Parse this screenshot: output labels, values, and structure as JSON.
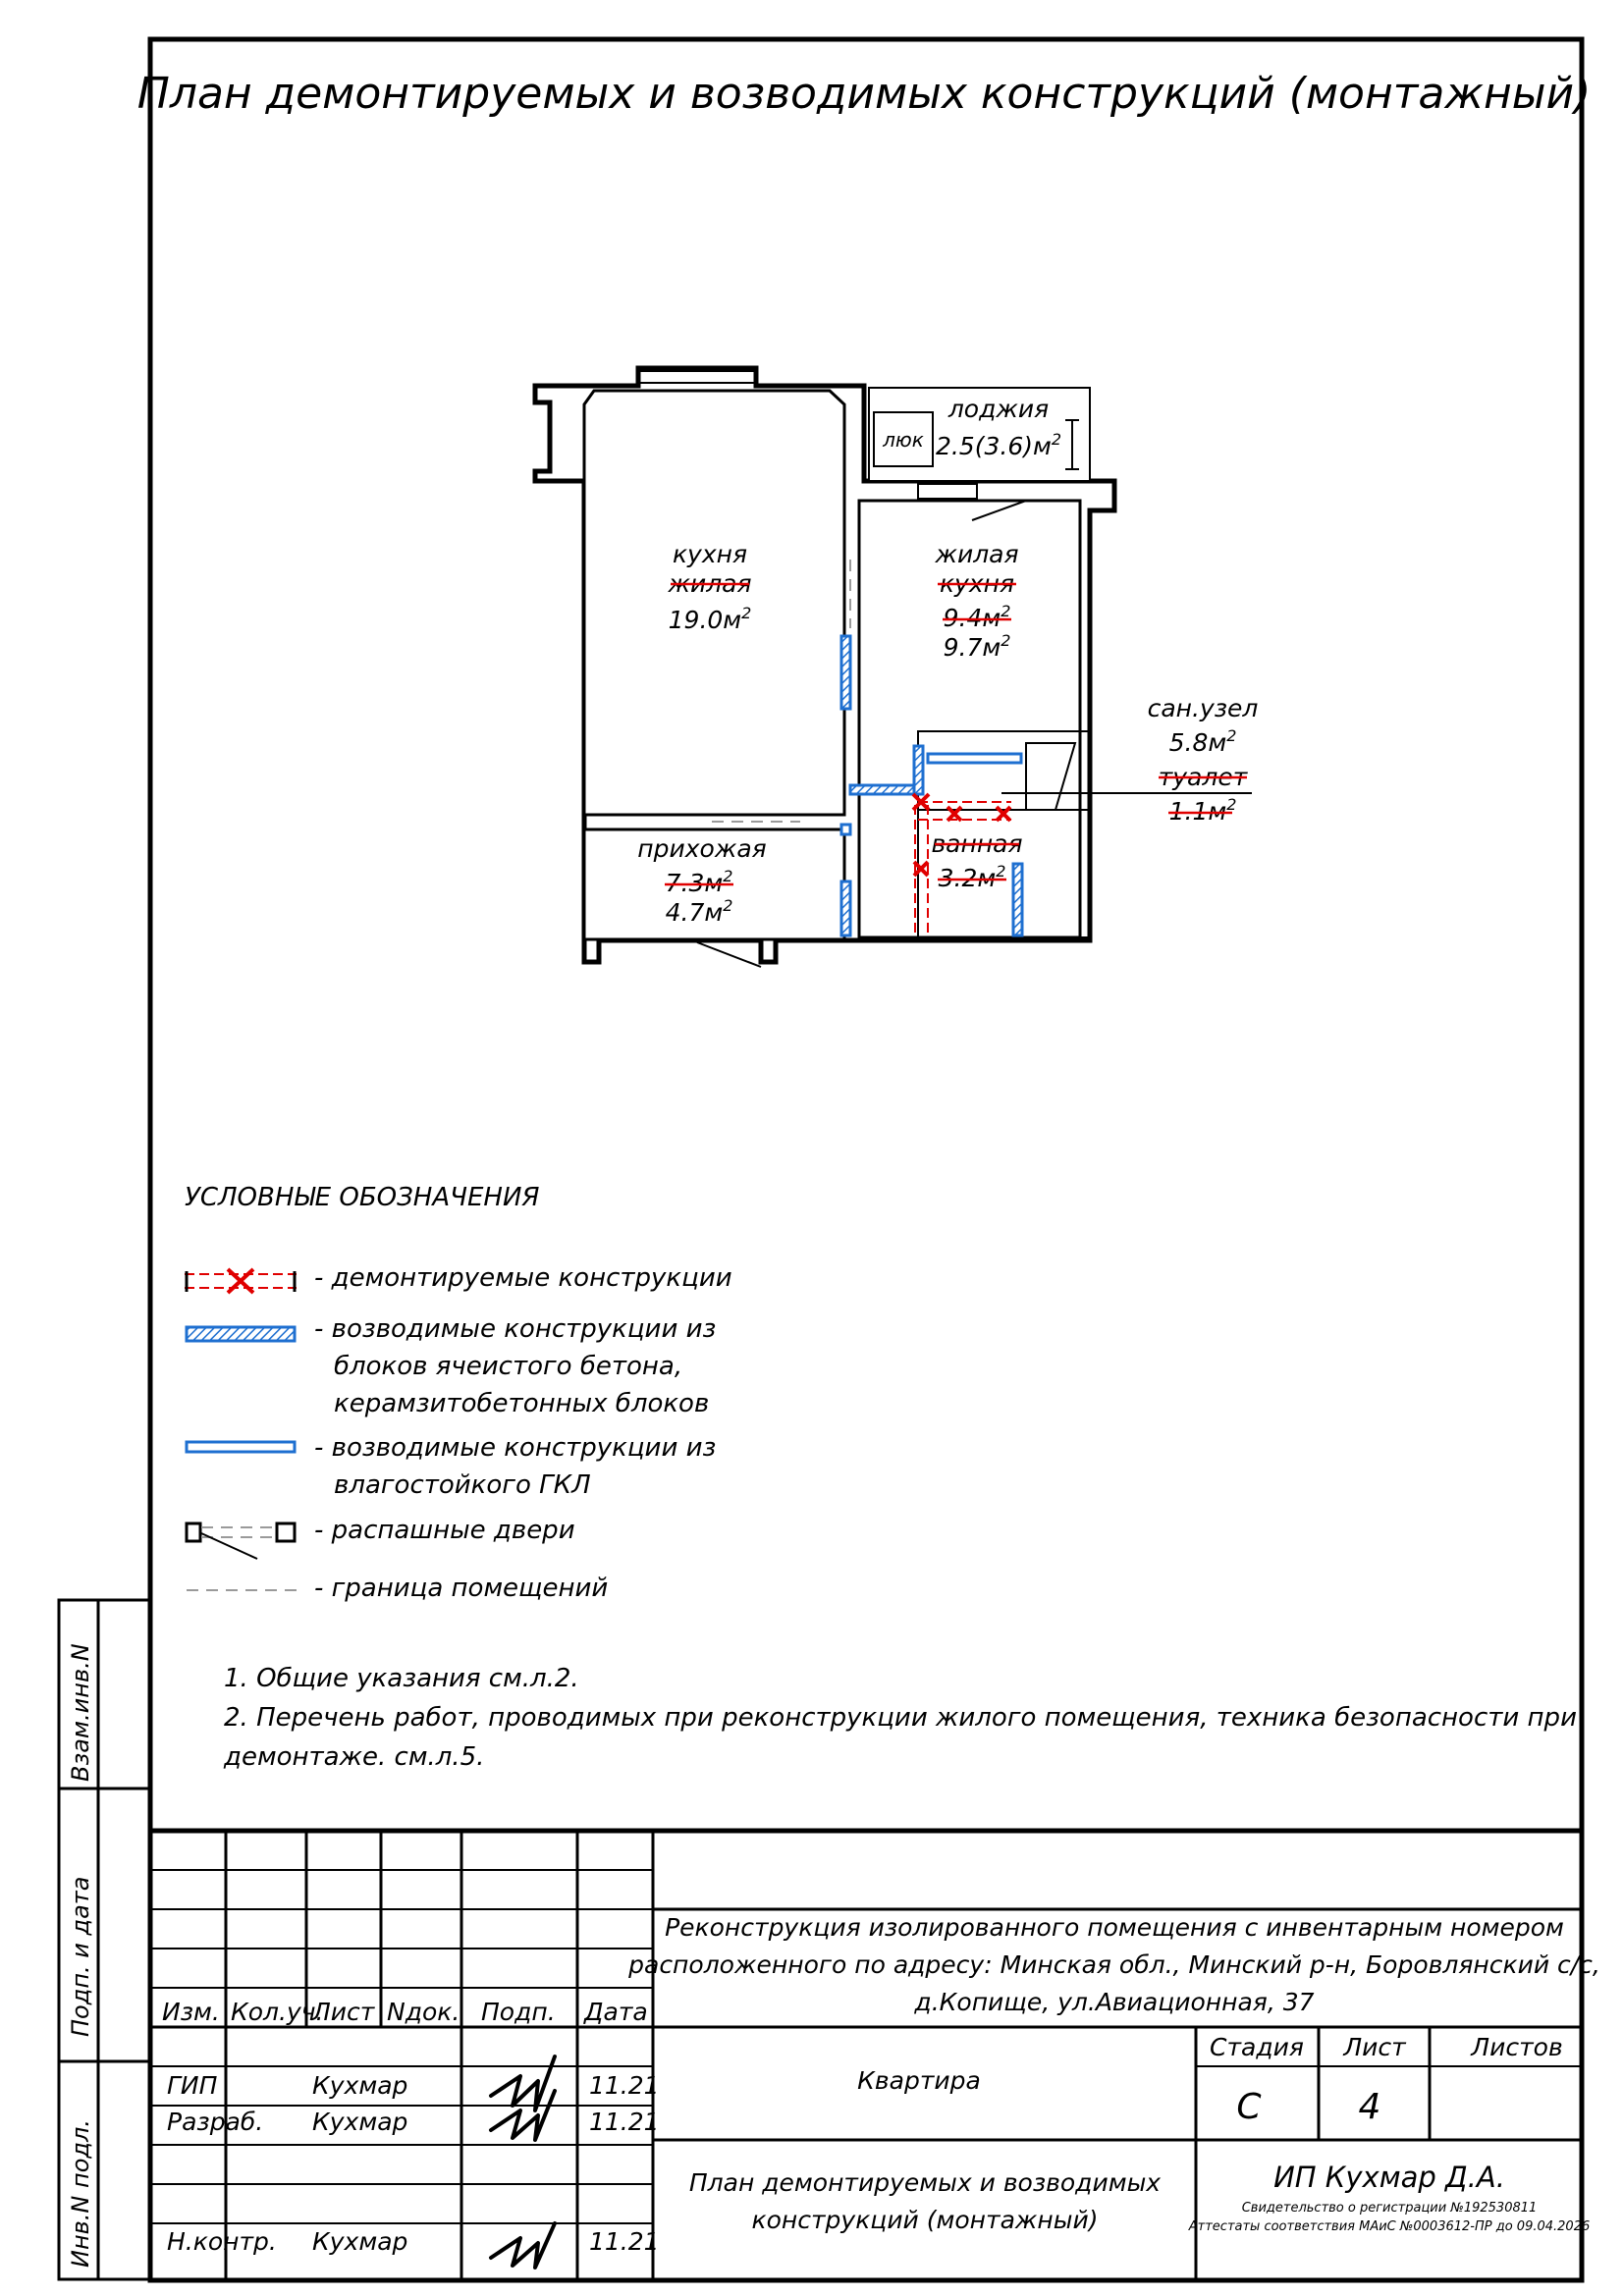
{
  "title": "План демонтируемых и возводимых конструкций (монтажный)",
  "rooms": {
    "loggia": {
      "name": "лоджия",
      "area": "2.5(3.6)м",
      "hatch": "люк"
    },
    "kitchen": {
      "name": "кухня",
      "old_name": "жилая",
      "area": "19.0м"
    },
    "living": {
      "name": "жилая",
      "old_name": "кухня",
      "old_area": "9.4м",
      "area": "9.7м"
    },
    "bathroom": {
      "name": "сан.узел",
      "area": "5.8м",
      "old_name": "туалет",
      "old_area": "1.1м"
    },
    "bath_old": {
      "old_name": "ванная",
      "old_area": "3.2м"
    },
    "hall": {
      "name": "прихожая",
      "old_area": "7.3м",
      "area": "4.7м"
    },
    "area_superscript": "2"
  },
  "legend": {
    "heading": "УСЛОВНЫЕ ОБОЗНАЧЕНИЯ",
    "items": [
      {
        "lines": [
          "- демонтируемые конструкции"
        ]
      },
      {
        "lines": [
          "- возводимые конструкции из",
          "блоков ячеистого бетона,",
          "керамзитобетонных блоков"
        ]
      },
      {
        "lines": [
          "- возводимые конструкции из",
          "влагостойкого ГКЛ"
        ]
      },
      {
        "lines": [
          "- распашные двери"
        ]
      },
      {
        "lines": [
          "- граница помещений"
        ]
      }
    ]
  },
  "notes": [
    "1.  Общие указания см.л.2.",
    "2.  Перечень работ, проводимых при реконструкции жилого помещения, техника безопасности при",
    "демонтаже. см.л.5."
  ],
  "side_stamps": [
    "Взам.инв.N",
    "Подп. и дата",
    "Инв.N подл."
  ],
  "title_block": {
    "headers": [
      "Изм.",
      "Кол.уч.",
      "Лист",
      "Nдок.",
      "Подп.",
      "Дата"
    ],
    "people": [
      {
        "role": "ГИП",
        "name": "Кухмар",
        "date": "11.21"
      },
      {
        "role": "Разраб.",
        "name": "Кухмар",
        "date": "11.21"
      },
      {
        "role": "Н.контр.",
        "name": "Кухмар",
        "date": "11.21"
      }
    ],
    "project_lines": [
      "Реконструкция изолированного помещения с инвентарным номером",
      "расположенного по адресу: Минская обл., Минский р-н, Боровлянский с/с,",
      "д.Копище, ул.Авиационная, 37"
    ],
    "object": "Квартира",
    "stage_label": "Стадия",
    "sheet_label": "Лист",
    "sheets_label": "Листов",
    "stage": "С",
    "sheet": "4",
    "sheets": "",
    "drawing_title_lines": [
      "План демонтируемых и возводимых",
      "конструкций (монтажный)"
    ],
    "company": "ИП Кухмар Д.А.",
    "cert_lines": [
      "Свидетельство о регистрации №192530811",
      "Аттестаты соответствия МАиС №0003612-ПР до 09.04.2026"
    ]
  },
  "colors": {
    "demolished": "#e00000",
    "erected": "#1e6fd0"
  }
}
